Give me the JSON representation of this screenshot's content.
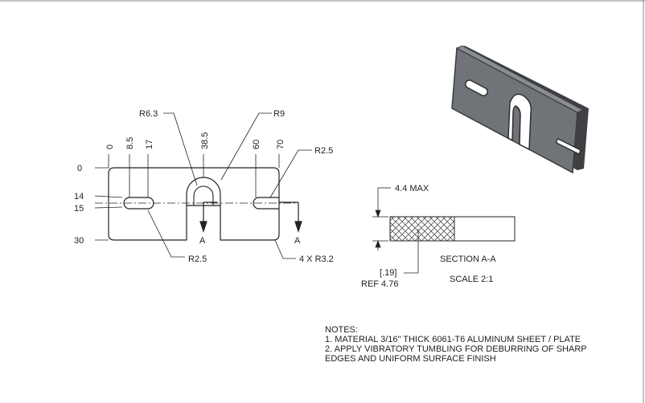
{
  "drawing": {
    "ordinates_x": [
      "0",
      "8.5",
      "17",
      "38.5",
      "60",
      "70"
    ],
    "ordinates_y": [
      "0",
      "14",
      "15",
      "30"
    ],
    "callouts": {
      "r_top_left": "R6.3",
      "r_top_right": "R9",
      "r_right": "R2.5",
      "r_bottom": "R2.5",
      "corners": "4 X R3.2"
    },
    "section_marks": {
      "left": "A",
      "right": "A"
    },
    "section": {
      "max_thickness": "4.4 MAX",
      "ref_inch": "[.19]",
      "ref_mm": "REF 4.76",
      "title": "SECTION A-A",
      "scale": "SCALE 2:1"
    }
  },
  "notes": {
    "heading": "NOTES:",
    "line1": "1. MATERIAL 3/16\" THICK 6061-T6 ALUMINUM SHEET / PLATE",
    "line2": "2. APPLY VIBRATORY TUMBLING FOR DEBURRING OF SHARP",
    "line3": "EDGES AND UNIFORM SURFACE FINISH"
  },
  "colors": {
    "line": "#222222",
    "part_fill": "#6b6e72",
    "part_edge": "#3a3c3f",
    "hatch": "#555555"
  }
}
